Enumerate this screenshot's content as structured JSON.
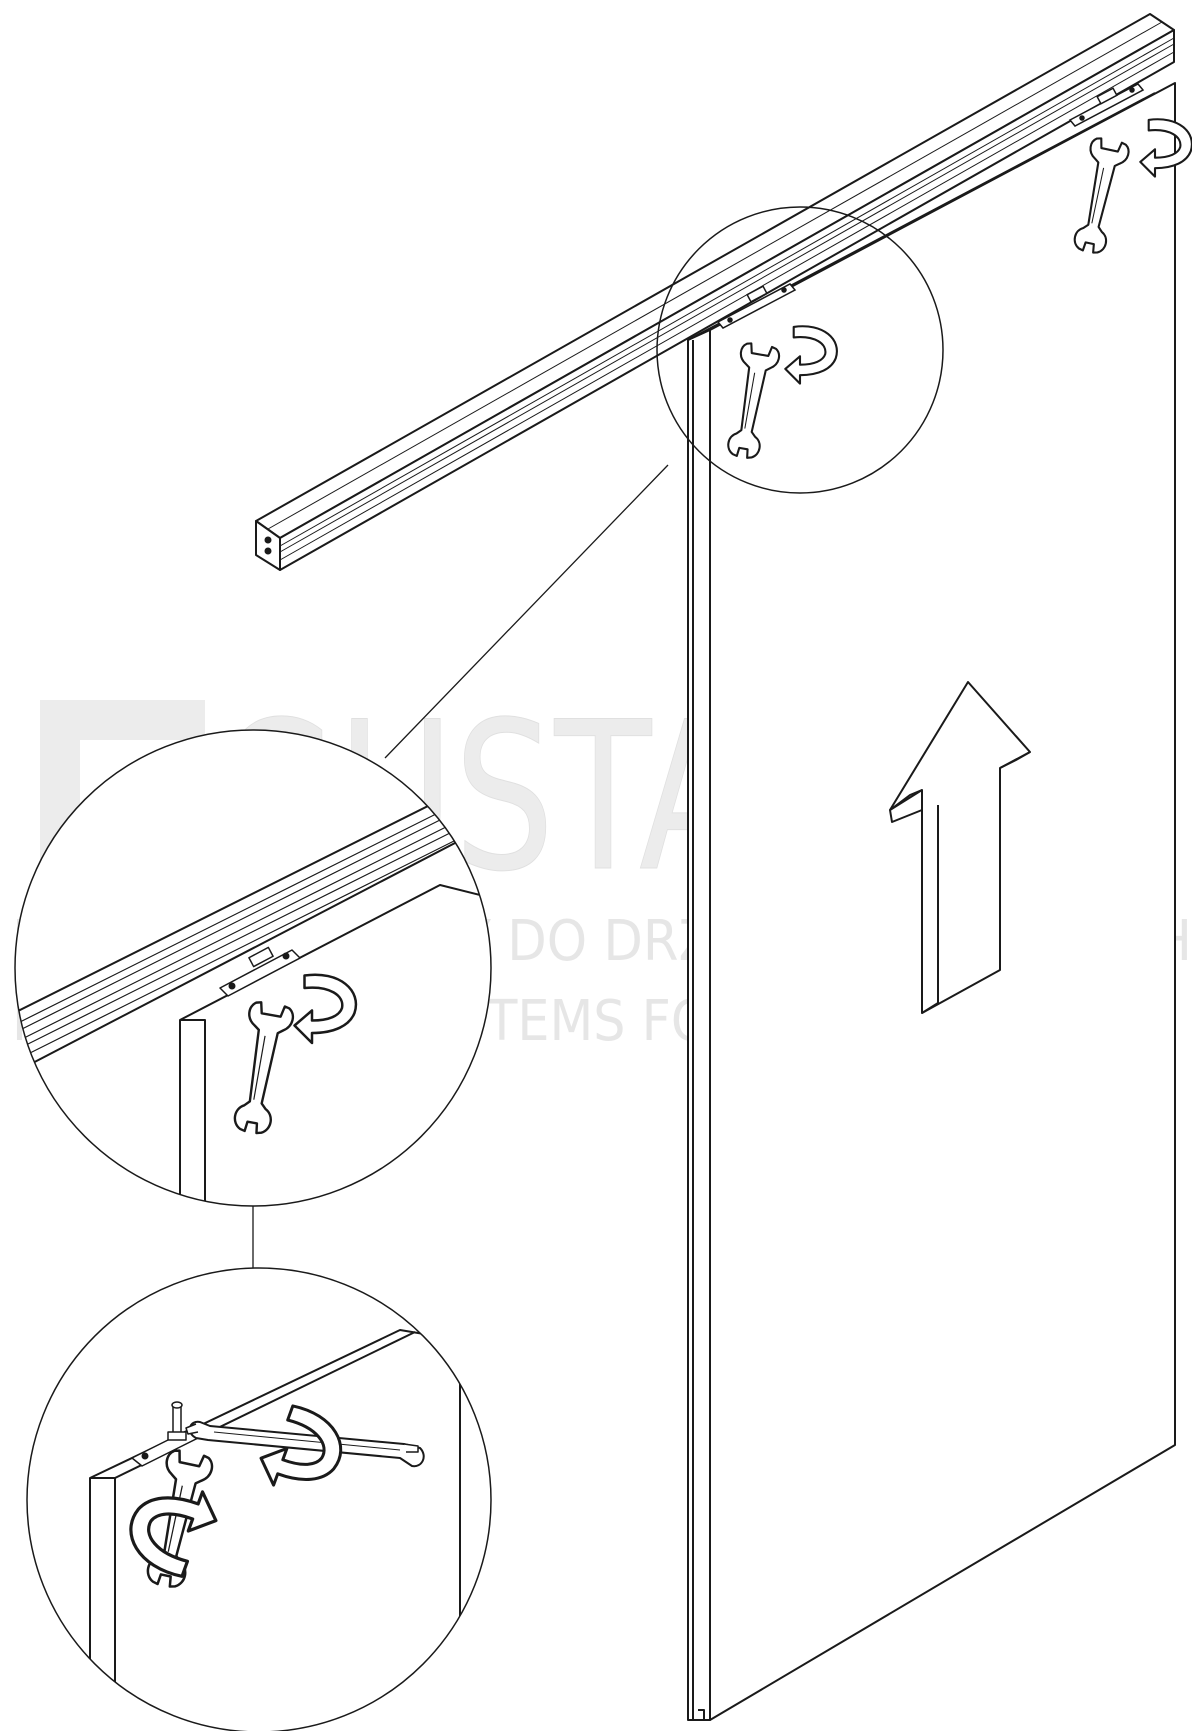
{
  "watermark": {
    "logo_letters": "GUSTAVSON",
    "line1": "KASETY I SYSTEMY DO DRZWI PRZESUWNYCH",
    "line2": "POCKETS AND SYSTEMS FOR SLIDING DOORS",
    "color": "#e4e4e4"
  },
  "drawing": {
    "line_color": "#1a1a1a",
    "background": "#ffffff",
    "icons": [
      "wrench-icon",
      "rotate-arrow-icon",
      "up-arrow-icon"
    ]
  }
}
